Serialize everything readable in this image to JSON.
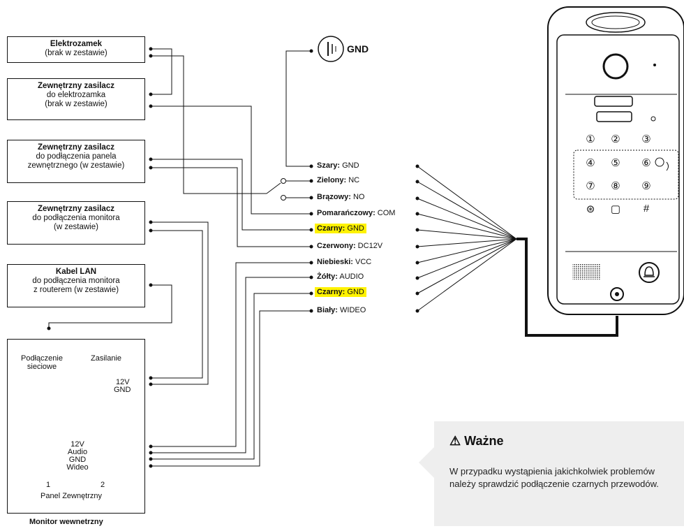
{
  "boxes": [
    {
      "title": "Elektrozamek",
      "lines": [
        "(brak w zestawie)"
      ]
    },
    {
      "title": "Zewnętrzny zasilacz",
      "lines": [
        "do elektrozamka",
        "(brak w zestawie)"
      ]
    },
    {
      "title": "Zewnętrzny zasilacz",
      "lines": [
        "do podłączenia panela",
        "zewnętrznego (w zestawie)"
      ]
    },
    {
      "title": "Zewnętrzny zasilacz",
      "lines": [
        "do podłączenia monitora",
        "(w zestawie)"
      ]
    },
    {
      "title": "Kabel LAN",
      "lines": [
        "do podłączenia monitora",
        "z routerem (w zestawie)"
      ]
    }
  ],
  "gnd_label": "GND",
  "wires": [
    {
      "color": "Szary:",
      "func": " GND",
      "highlight": false
    },
    {
      "color": "Zielony:",
      "func": " NC",
      "highlight": false
    },
    {
      "color": "Brązowy:",
      "func": " NO",
      "highlight": false
    },
    {
      "color": "Pomarańczowy:",
      "func": " COM",
      "highlight": false
    },
    {
      "color": "Czarny:",
      "func": " GND",
      "highlight": true
    },
    {
      "color": "Czerwony:",
      "func": " DC12V",
      "highlight": false
    },
    {
      "color": "Niebieski:",
      "func": " VCC",
      "highlight": false
    },
    {
      "color": "Żółty:",
      "func": " AUDIO",
      "highlight": false
    },
    {
      "color": "Czarny:",
      "func": " GND",
      "highlight": true
    },
    {
      "color": "Biały:",
      "func": " WIDEO",
      "highlight": false
    }
  ],
  "monitor": {
    "title": "Monitor wewnetrzny",
    "network_label_1": "Podłączenie",
    "network_label_2": "sieciowe",
    "power_label": "Zasilanie",
    "power_pins": [
      "12V",
      "GND"
    ],
    "panel_pins": [
      "12V",
      "Audio",
      "GND",
      "Wideo"
    ],
    "port1": "1",
    "port2": "2",
    "panel_label": "Panel Zewnętrzny"
  },
  "keypad": [
    "①",
    "②",
    "③",
    "④",
    "⑤",
    "⑥",
    "⑦",
    "⑧",
    "⑨",
    "⊛",
    "▢",
    "#"
  ],
  "note": {
    "title": "Ważne",
    "text": "W przypadku wystąpienia jakichkolwiek problemów należy sprawdzić podłączenie czarnych przewodów."
  },
  "colors": {
    "highlight": "#fff200",
    "note_bg": "#eeeeee",
    "wire": "#111111"
  }
}
